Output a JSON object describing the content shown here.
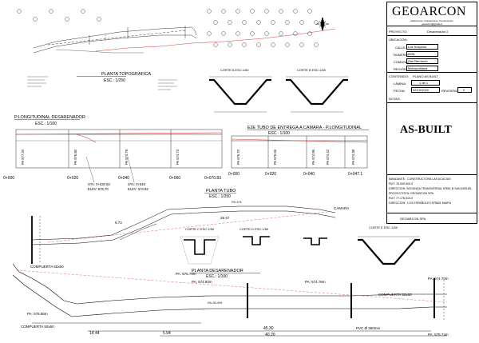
{
  "title_block": {
    "company_logo": "GEOARCON",
    "company_tagline": "Mediciones, Arquitectura y Construcción",
    "company_email": "geoarcon@gmail.cl",
    "project_label": "PROYECTO:",
    "project_value": "Desarenador 2",
    "location_label": "UBICACIÓN:",
    "calle_label": "CALLE:",
    "calle_value": "Los Suspiros",
    "numero_label": "NÚMERO:",
    "numero_value": "0051",
    "comuna_label": "COMUNA:",
    "comuna_value": "San Bernardo",
    "region_label": "REGIÓN:",
    "region_value": "Metropolitana",
    "contenido_label": "CONTENIDO:",
    "contenido_value": "PLANO AS BUILT",
    "lamina_label": "LÁMINA:",
    "lamina_value": "1 de 1",
    "fecha_label": "FECHA:",
    "fecha_value": "02/10/2020",
    "revision_label": "REVISIÓN:",
    "revision_value": "0",
    "notas_label": "NOTAS:",
    "as_built": "AS-BUILT",
    "mandante": "MANDANTE : CONSTRUCTORA LAS ACACIAS",
    "mandante_rut": "RUT: 76.000.000-0",
    "mandante_dir": "DIRECCION: SEGUNDA TRANSVERSAL Nº891 B SAN MIGUEL",
    "proyectista": "PROYECTISTA: GEOARCON SPA.",
    "proyectista_rut": "RUT: 77.176.510-0",
    "proyectista_dir": "DIRECCION : LOS ESPAÑOLES Nº5601 MAIPÚ",
    "footer_company": "GEOARCON SPA."
  },
  "drawing": {
    "planta_topografica": "PLANTA TOPOGRAFICA",
    "planta_topografica_esc": "ESC.: 1/250",
    "corte_a": "CORTE A ESC.1/50",
    "corte_b": "CORTE B ESC.1/50",
    "plong_desarenador": "P.LONGITUDINAL DESARENADOR",
    "plong_desarenador_esc": "ESC.: 1/100",
    "eje_tubo": "EJE TUBO DE ENTREGA A CAMARA - P.LONGITUDINAL",
    "eje_tubo_esc": "ESC.: 1/100",
    "planta_tubo": "PLANTA TUBO",
    "planta_tubo_esc": "ESC.: 1/250",
    "camara": "CAMARA",
    "corte_c": "CORTE C ESC.1/50",
    "corte_d": "CORTE D ESC.1/50",
    "corte_e": "CORTE E ESC.1/50",
    "planta_desarenador": "PLANTA DESARENADOR",
    "planta_desarenador_esc": "ESC.: 1/100",
    "stations_1": [
      "0+000",
      "0+020",
      "0+040",
      "0+060",
      "0+070.83"
    ],
    "stations_2": [
      "0+000",
      "0+020",
      "0+040",
      "0+047.1"
    ],
    "sta_label": "STA: 0+030.83",
    "elev_label_1": "ELEV: 576.70",
    "sta_label_2": "STA: 0+040",
    "elev_label_2": "ELEV: 574.82",
    "cotas": [
      "PA 577.20",
      "PA 576.80",
      "PA 574.79",
      "PA 574.73"
    ],
    "cotas_2": [
      "PA 576.70",
      "PA 575.66",
      "PA 574.86",
      "PA 574.42",
      "PA 574.38"
    ],
    "dim_973": "9.73",
    "dim_2847": "28.47",
    "dim_1444": "14.44",
    "dim_594": "5.94",
    "dim_4530": "45.30",
    "dim_4020": "40.20",
    "pa_57670": "PA: 576.70m",
    "pa_57482": "PA: 574.82m",
    "pa_57476": "PA: 574.76m",
    "pa_57470": "PA: 574.70m",
    "pa_57686": "PA: 576.86m",
    "pa_57674": "PA: 576.74m",
    "compuerta_1": "COMPUERTA 50x60",
    "compuerta_2": "COMPUERTA 50x60",
    "compuerta_3": "COMPUERTA 50x60",
    "pvc": "PVC Ø 350mm",
    "slope_1": "i%=1%",
    "slope_2": "i%=31.6%"
  }
}
